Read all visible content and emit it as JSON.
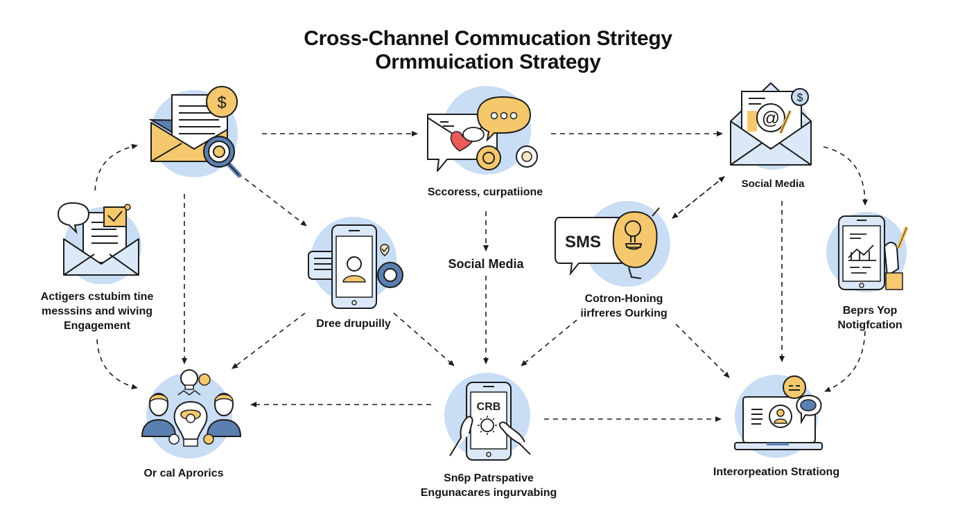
{
  "title": {
    "line1": "Cross-Channel Commucation Stritegy",
    "line2": "Ormmuication Strategy"
  },
  "colors": {
    "circle": "#c9ddf5",
    "accent_yellow": "#f5c86e",
    "accent_blue": "#5b7fb0",
    "light_blue": "#dbe8f8",
    "heart": "#ec5a5a",
    "stroke": "#1c1c1c"
  },
  "nodes": [
    {
      "id": "email-payment",
      "icon": "envelope-dollar-search-icon",
      "label": []
    },
    {
      "id": "chat-messaging",
      "icon": "message-heart-chat-icon",
      "label": [
        "Sccoress, curpatiione"
      ]
    },
    {
      "id": "email-social",
      "icon": "envelope-at-dollar-icon",
      "label": [
        "Social Media"
      ]
    },
    {
      "id": "engagement",
      "icon": "envelope-check-speech-icon",
      "label": [
        "Actigers cstubim tine",
        "messsins and wiving",
        "Engagement"
      ]
    },
    {
      "id": "mobile-profile",
      "icon": "phone-user-icon",
      "label": [
        "Dree drupuilly"
      ]
    },
    {
      "id": "center-social",
      "icon": "none",
      "label": [
        "Social Media"
      ]
    },
    {
      "id": "sms-idea",
      "icon": "sms-head-lightbulb-icon",
      "label": [
        "Cotron-Honing",
        "iirfreres Ourking"
      ]
    },
    {
      "id": "notification",
      "icon": "tablet-chart-hand-pen-icon",
      "label": [
        "Beprs Yop",
        "Notigfcation"
      ]
    },
    {
      "id": "collaboration",
      "icon": "team-lightbulb-icon",
      "label": [
        "Or cal Aprorics"
      ]
    },
    {
      "id": "crb-mobile",
      "icon": "phone-crb-hands-icon",
      "label": [
        "Sn6p Patrspative",
        "Engunacares ingurvabing"
      ]
    },
    {
      "id": "laptop-chat",
      "icon": "laptop-user-chat-icon",
      "label": [
        "Interorpeation Strationg"
      ]
    }
  ],
  "icon_text": {
    "dollar": "$",
    "at": "@",
    "sms": "SMS",
    "crb": "CRB",
    "ellipsis": "•••"
  }
}
